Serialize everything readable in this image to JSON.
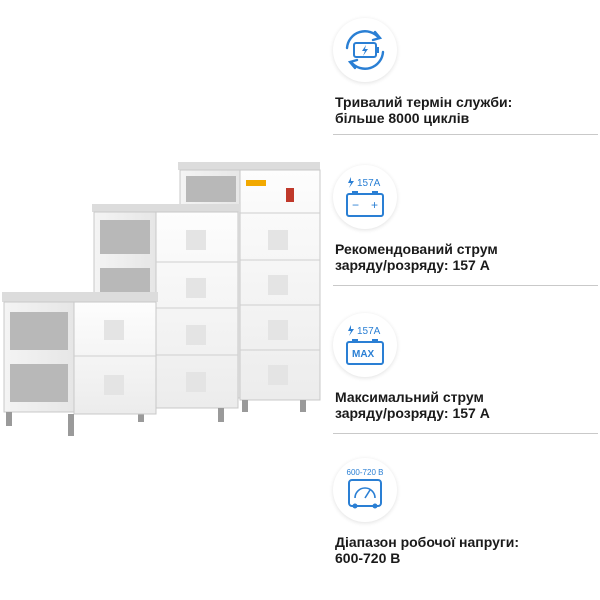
{
  "features": [
    {
      "icon": "battery-cycle-icon",
      "line1": "Тривалий термін служби:",
      "line2": "більше 8000 циклів"
    },
    {
      "icon": "battery-current-icon",
      "badge": "157A",
      "battery_minus": "−",
      "battery_plus": "+",
      "line1": "Рекомендований струм",
      "line2": "заряду/розряду: 157 А"
    },
    {
      "icon": "battery-max-current-icon",
      "badge": "157A",
      "battery_label": "MAX",
      "line1": "Максимальний струм",
      "line2": "заряду/розряду: 157 А"
    },
    {
      "icon": "voltage-gauge-icon",
      "badge": "600-720 В",
      "line1": "Діапазон робочої напруги:",
      "line2": "600-720 В"
    }
  ],
  "colors": {
    "accent": "#2a7fd4",
    "text": "#1a1a1a",
    "divider": "#c9c9c9"
  }
}
